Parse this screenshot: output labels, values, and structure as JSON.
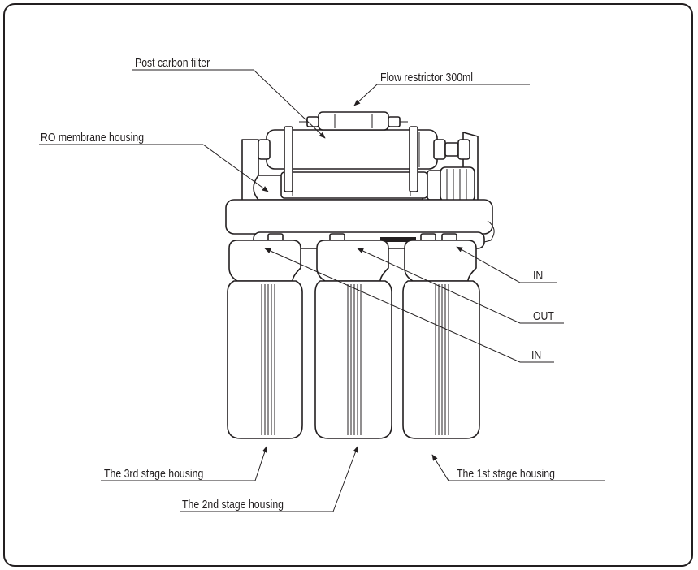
{
  "labels": {
    "post_carbon_filter": "Post carbon filter",
    "flow_restrictor": "Flow restrictor 300ml",
    "ro_membrane_housing": "RO membrane housing",
    "in_upper": "IN",
    "out": "OUT",
    "in_lower": "IN",
    "third_stage_housing": "The 3rd stage housing",
    "second_stage_housing": "The 2nd stage housing",
    "first_stage_housing": "The 1st stage housing"
  },
  "colors": {
    "line": "#231f20",
    "background": "#ffffff"
  }
}
